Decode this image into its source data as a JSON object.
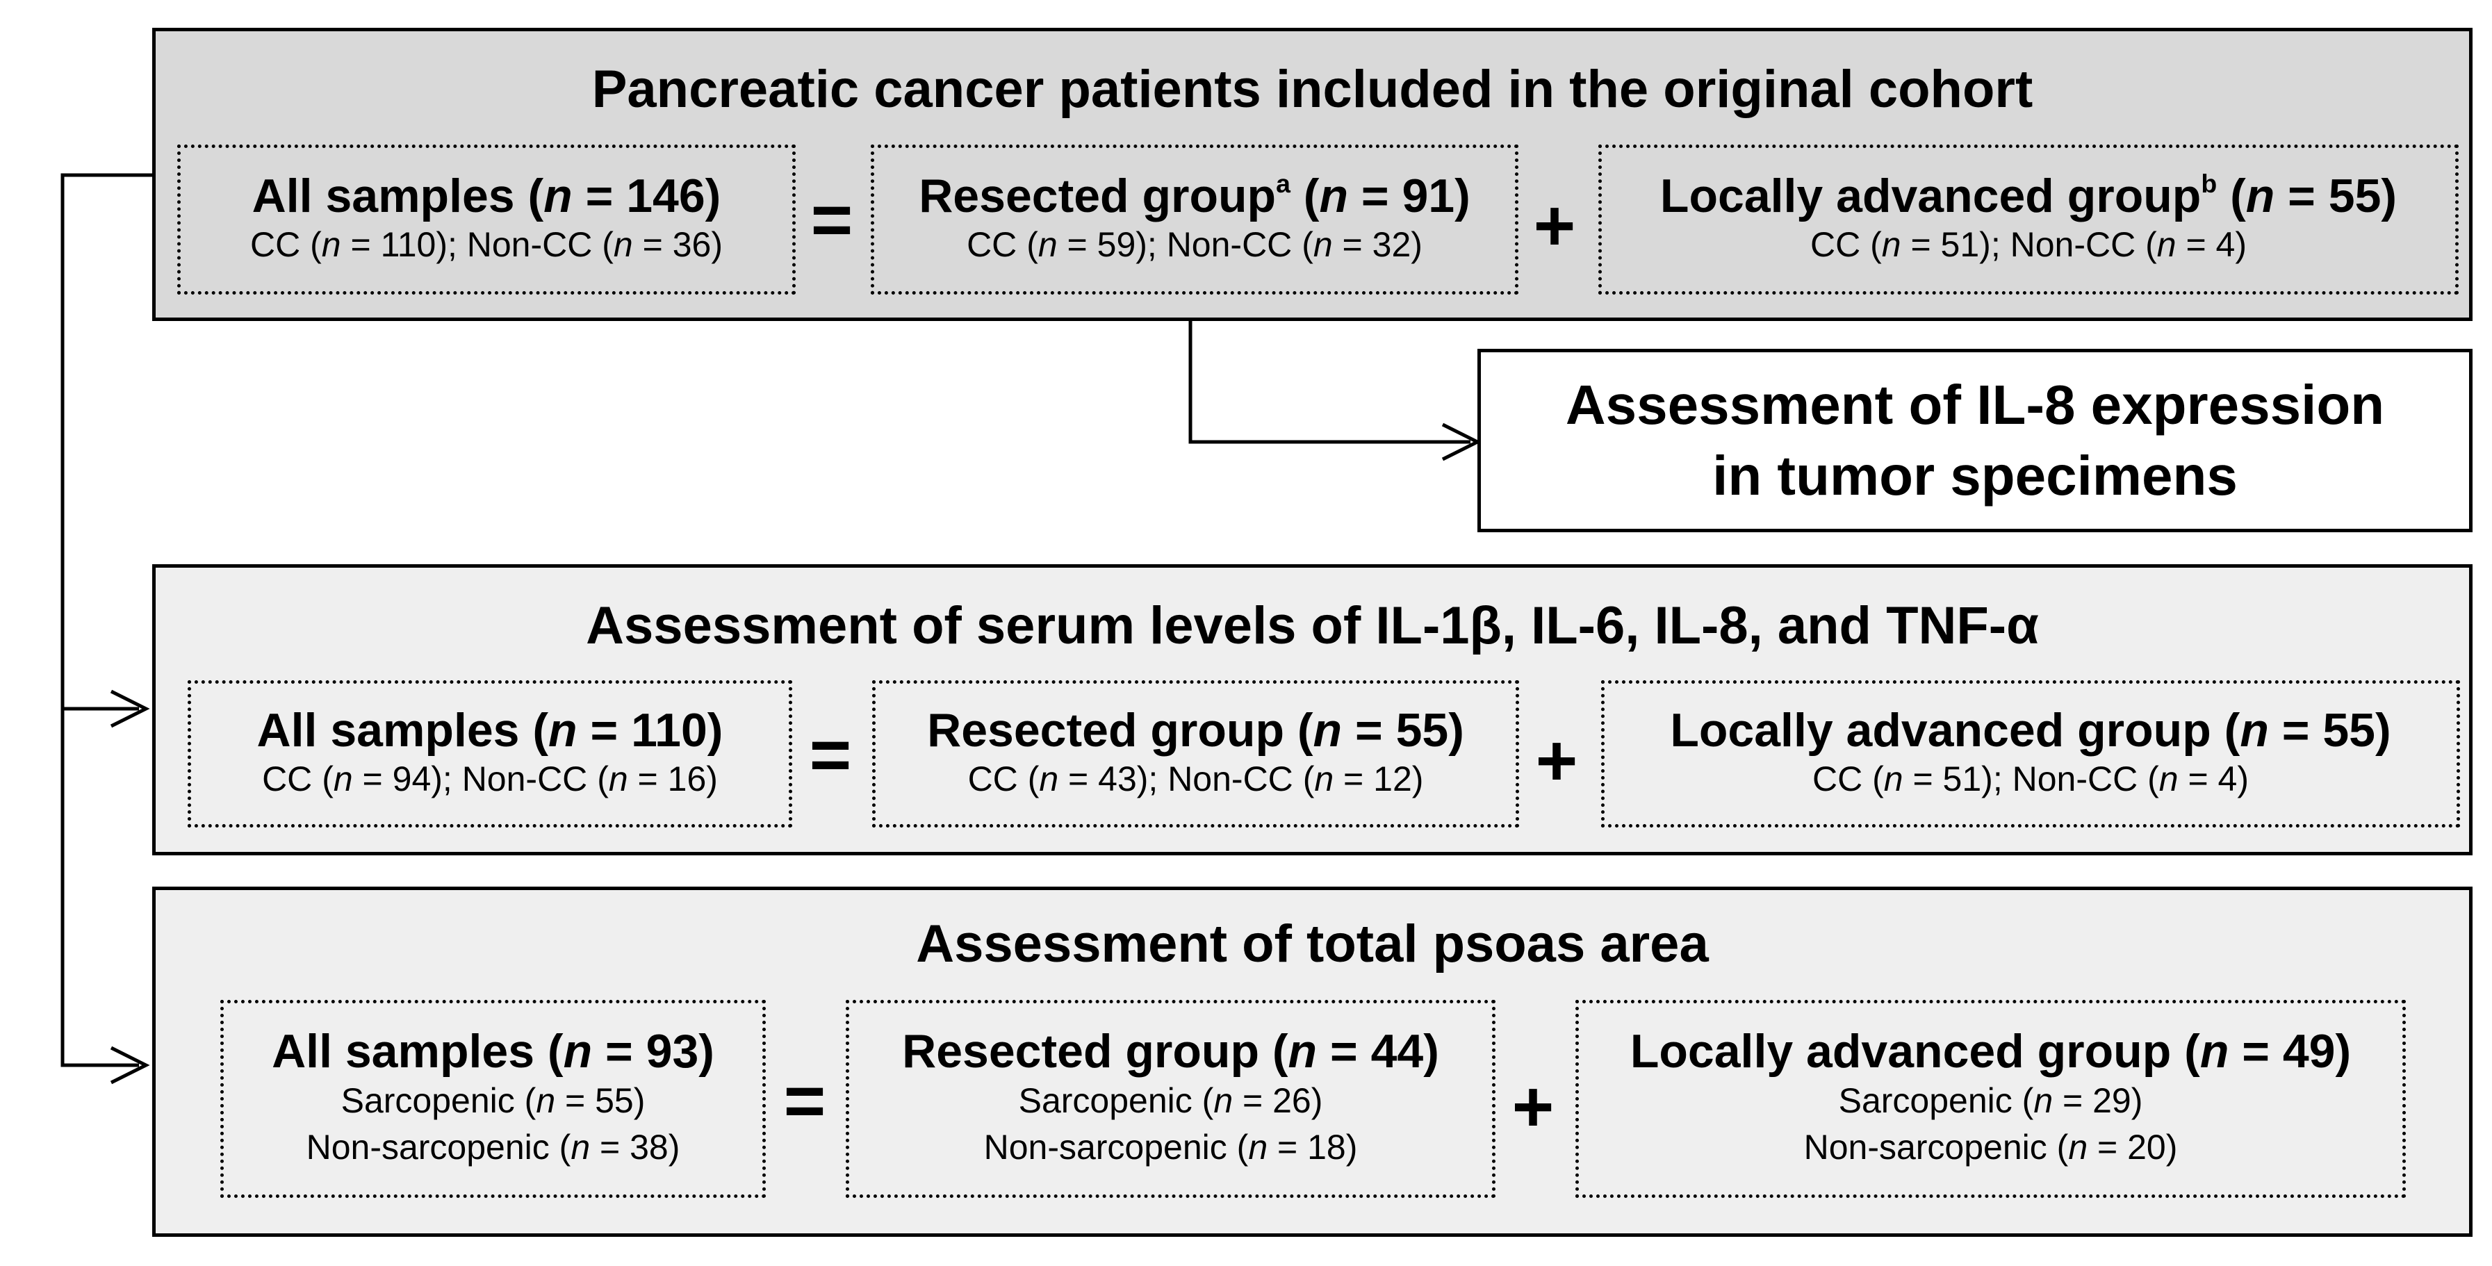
{
  "cohort": {
    "title": "Pancreatic cancer patients included in the original cohort",
    "all": {
      "label": "All samples",
      "n": "146",
      "sub": [
        {
          "a": "110",
          "b": "36"
        }
      ]
    },
    "resected": {
      "label": "Resected group",
      "sup": "a",
      "n": "91",
      "sub": [
        {
          "a": "59",
          "b": "32"
        }
      ]
    },
    "locally_advanced": {
      "label": "Locally advanced group",
      "sup": "b",
      "n": "55",
      "sub": [
        {
          "a": "51",
          "b": "4"
        }
      ]
    }
  },
  "il8": {
    "line1": "Assessment of IL-8 expression",
    "line2": "in tumor specimens"
  },
  "serum": {
    "title": "Assessment of serum levels of IL-1β, IL-6, IL-8, and TNF-α",
    "all": {
      "label": "All samples",
      "n": "110",
      "cc": "94",
      "noncc": "16"
    },
    "resected": {
      "label": "Resected group",
      "n": "55",
      "cc": "43",
      "noncc": "12"
    },
    "locally_advanced": {
      "label": "Locally advanced group",
      "n": "55",
      "cc": "51",
      "noncc": "4"
    }
  },
  "psoas": {
    "title": "Assessment of total psoas area",
    "all": {
      "label": "All samples",
      "n": "93",
      "sarc": "55",
      "nonsarc": "38"
    },
    "resected": {
      "label": "Resected group",
      "n": "44",
      "sarc": "26",
      "nonsarc": "18"
    },
    "locally_advanced": {
      "label": "Locally advanced group",
      "n": "49",
      "sarc": "29",
      "nonsarc": "20"
    }
  },
  "labels": {
    "cc": "CC",
    "noncc": "Non-CC",
    "sarcopenic": "Sarcopenic",
    "non_sarcopenic": "Non-sarcopenic",
    "n": "n",
    "equals": "=",
    "plus": "+"
  }
}
